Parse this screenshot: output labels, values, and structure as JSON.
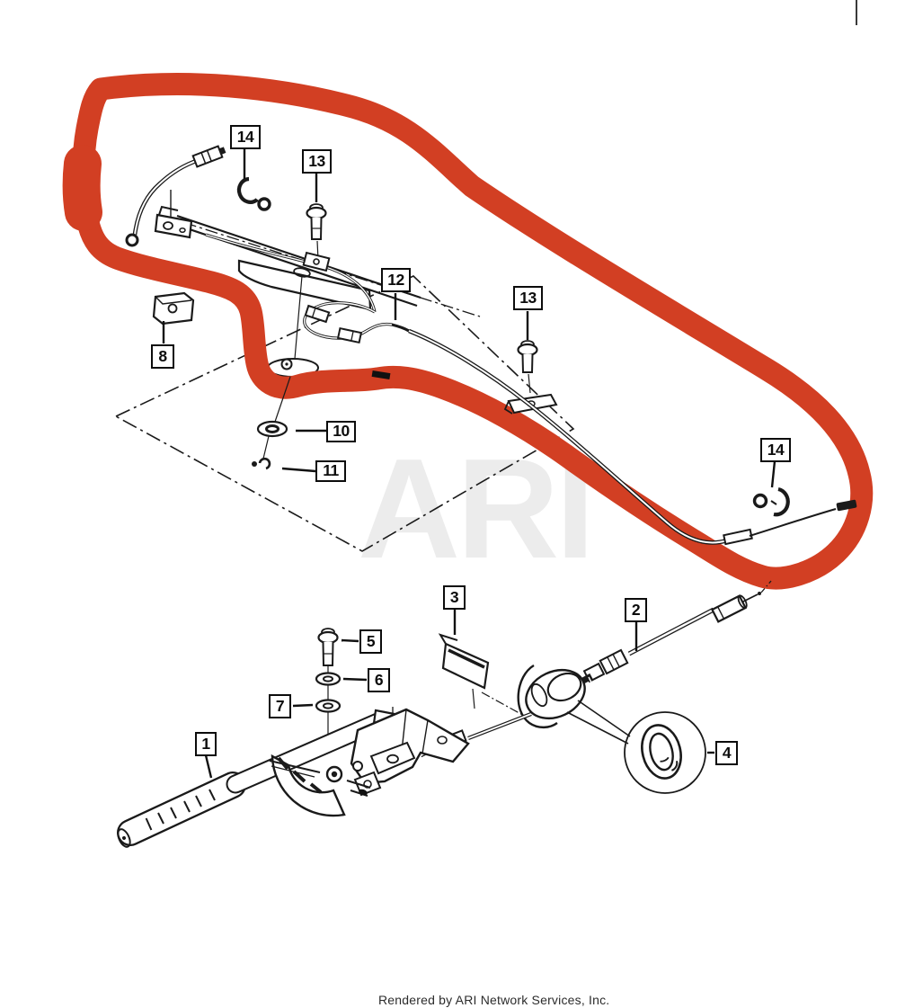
{
  "diagram": {
    "watermark": "ARI",
    "footer": "Rendered by ARI Network Services, Inc.",
    "highlight_color": "#d23f23",
    "line_color": "#1a1a1a",
    "callouts": [
      {
        "label": "14"
      },
      {
        "label": "13"
      },
      {
        "label": "12"
      },
      {
        "label": "13"
      },
      {
        "label": "14"
      },
      {
        "label": "8"
      },
      {
        "label": "10"
      },
      {
        "label": "11"
      },
      {
        "label": "3"
      },
      {
        "label": "2"
      },
      {
        "label": "5"
      },
      {
        "label": "6"
      },
      {
        "label": "7"
      },
      {
        "label": "1"
      },
      {
        "label": "4"
      }
    ]
  }
}
